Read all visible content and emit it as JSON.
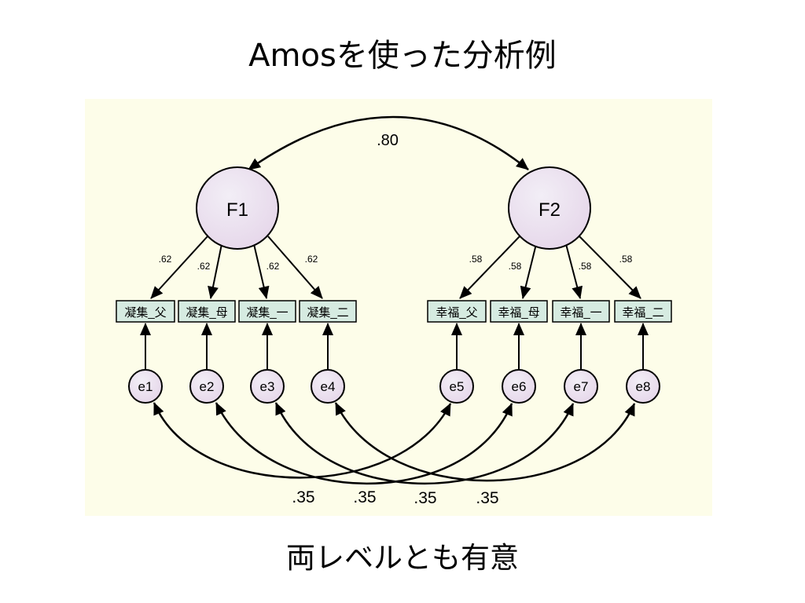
{
  "title": "Amosを使った分析例",
  "caption": "両レベルとも有意",
  "factors": [
    {
      "label": "F1",
      "loadings": [
        ".62",
        ".62",
        ".62",
        ".62"
      ],
      "indicators": [
        "凝集_父",
        "凝集_母",
        "凝集_一",
        "凝集_二"
      ],
      "errors": [
        "e1",
        "e2",
        "e3",
        "e4"
      ]
    },
    {
      "label": "F2",
      "loadings": [
        ".58",
        ".58",
        ".58",
        ".58"
      ],
      "indicators": [
        "幸福_父",
        "幸福_母",
        "幸福_一",
        "幸福_二"
      ],
      "errors": [
        "e5",
        "e6",
        "e7",
        "e8"
      ]
    }
  ],
  "factor_correlation": ".80",
  "error_covariances": [
    ".35",
    ".35",
    ".35",
    ".35"
  ],
  "colors": {
    "panel_bg": "#fdfde9",
    "node_fill": "#ece3ef",
    "box_fill": "#d6ebe1",
    "stroke": "#000000"
  }
}
